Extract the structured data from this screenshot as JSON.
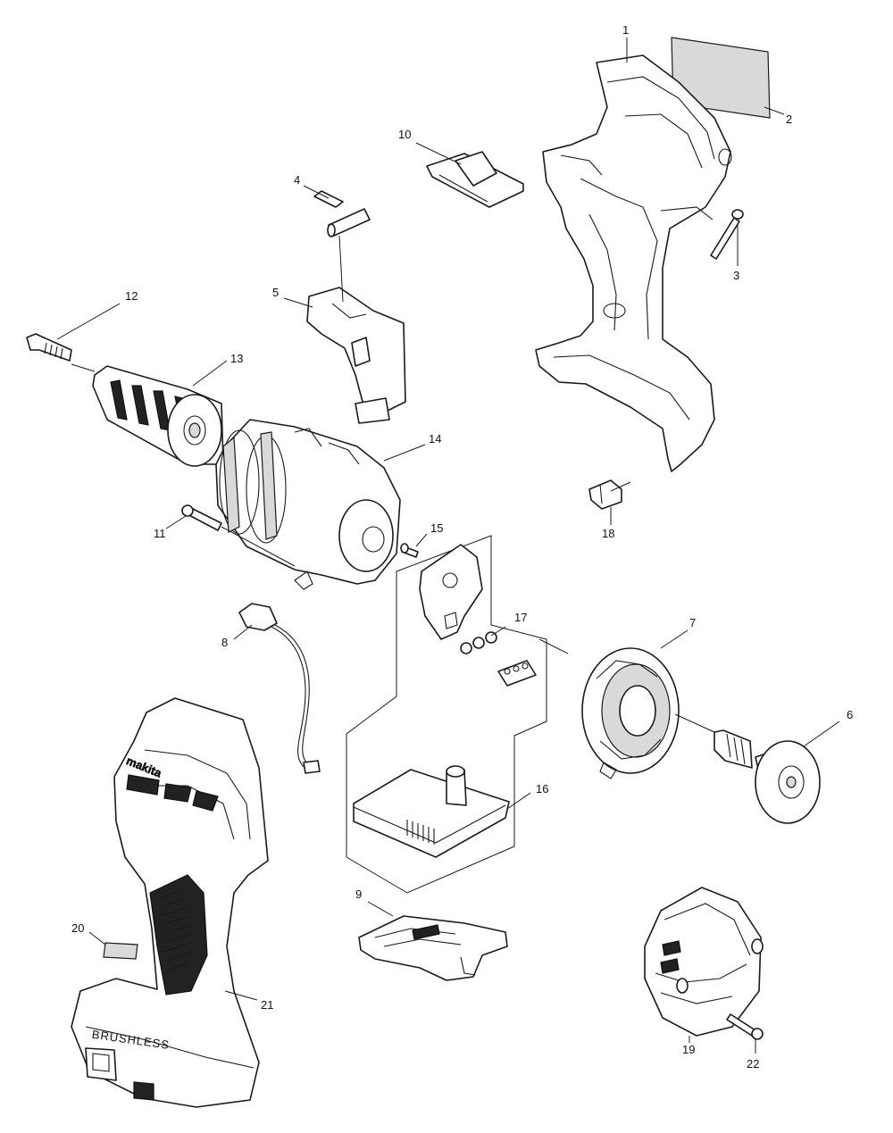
{
  "parts": [
    {
      "label": "1"
    },
    {
      "label": "2"
    },
    {
      "label": "3"
    },
    {
      "label": "4"
    },
    {
      "label": "5"
    },
    {
      "label": "6"
    },
    {
      "label": "7"
    },
    {
      "label": "8"
    },
    {
      "label": "9"
    },
    {
      "label": "10"
    },
    {
      "label": "11"
    },
    {
      "label": "12"
    },
    {
      "label": "13"
    },
    {
      "label": "14"
    },
    {
      "label": "15"
    },
    {
      "label": "16"
    },
    {
      "label": "17"
    },
    {
      "label": "18"
    },
    {
      "label": "19"
    },
    {
      "label": "20"
    },
    {
      "label": "21"
    },
    {
      "label": "22"
    }
  ],
  "colors": {
    "line": "#1a1a1a",
    "background": "#ffffff",
    "fill_dark": "#222222",
    "fill_grey": "#d9d9d9"
  },
  "logo_text": "makita",
  "badge_text": "BRUSHLESS"
}
